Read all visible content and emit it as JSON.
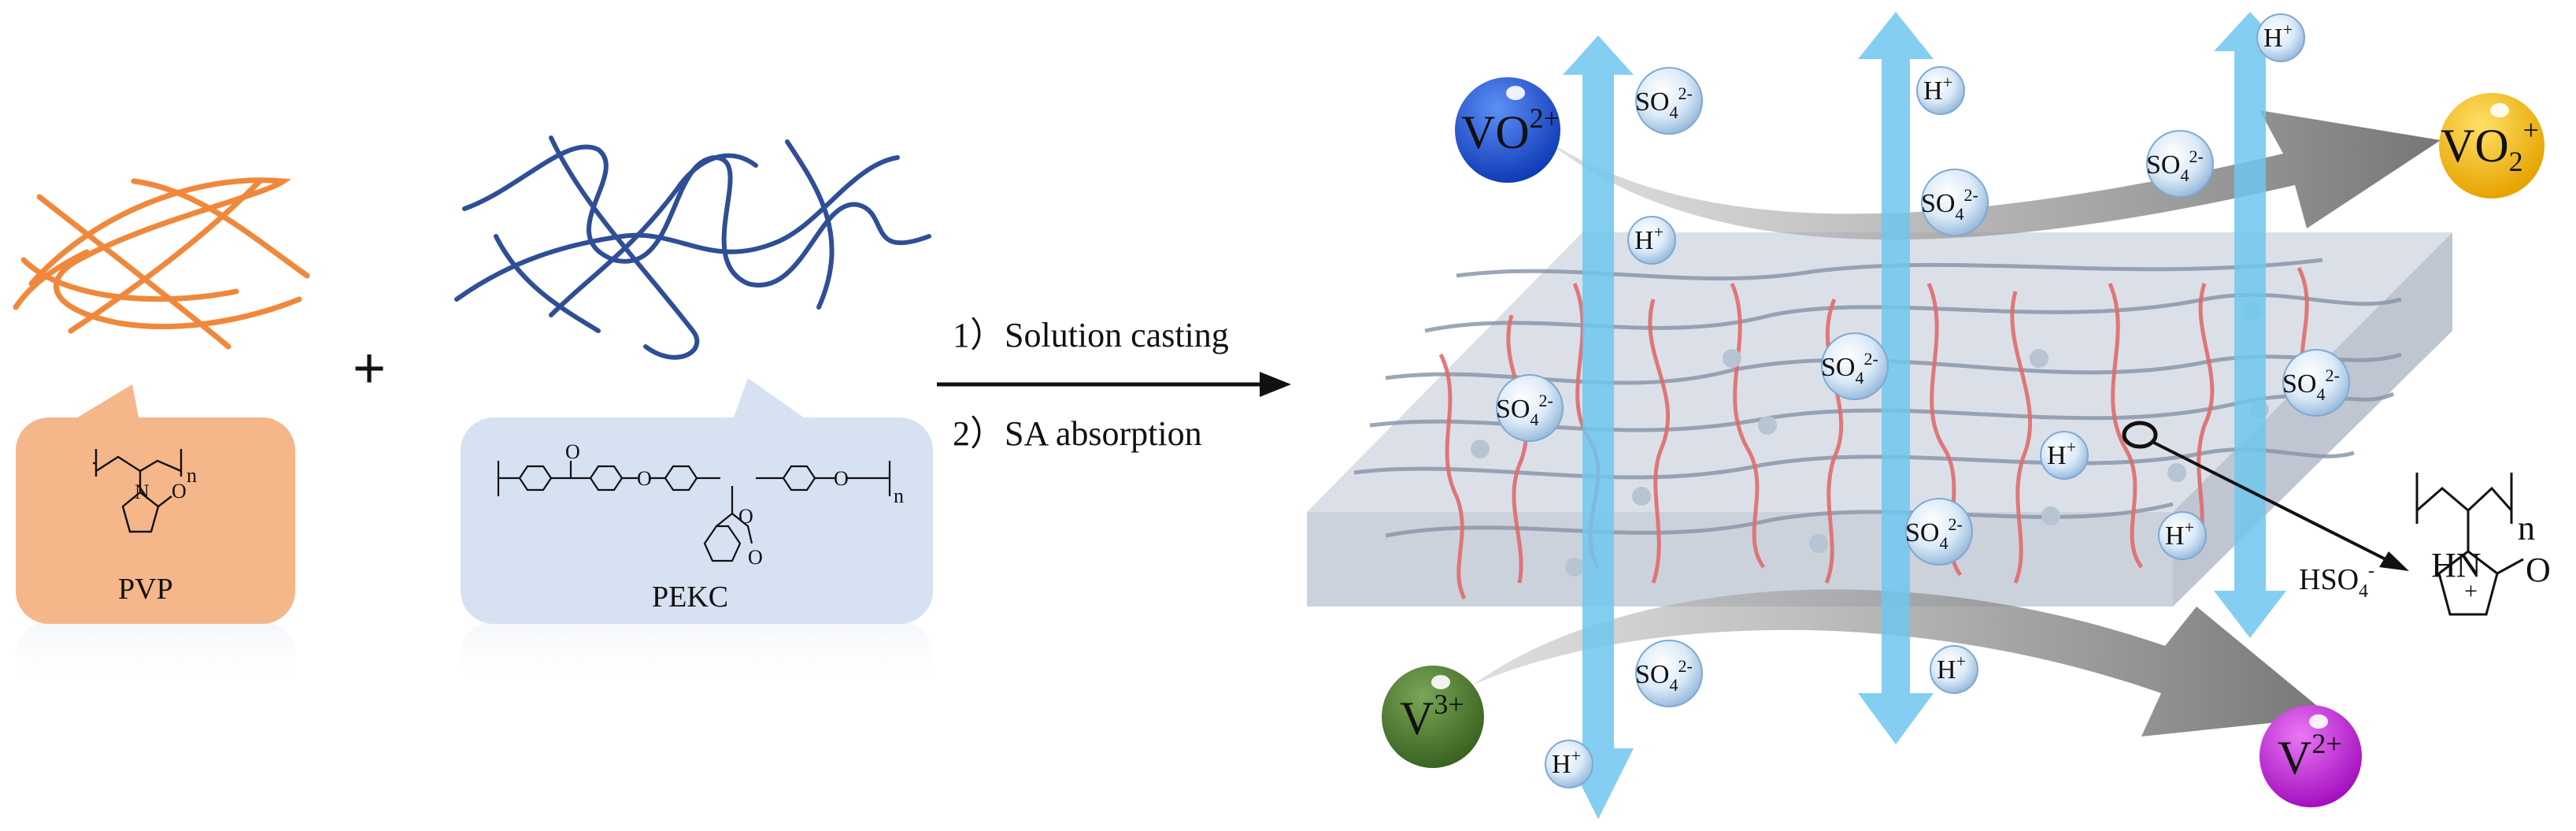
{
  "labels": {
    "pvp": "PVP",
    "pekc": "PEKC",
    "plus": "+",
    "step1": "1）Solution casting",
    "step2": "2）SA absorption"
  },
  "chem_text": {
    "subscript_n": "n",
    "atom_N": "N",
    "atom_O": "O",
    "atom_HN": "HN",
    "plus_charge": "+"
  },
  "ions": {
    "vo2p": {
      "base": "VO",
      "sup": "2+",
      "color": "#1a4fd6"
    },
    "vo2plus": {
      "base": "VO",
      "sub": "2",
      "sup": "+",
      "color": "#f2b400"
    },
    "v3p": {
      "base": "V",
      "sup": "3+",
      "color": "#4a7a2c"
    },
    "v2p": {
      "base": "V",
      "sup": "2+",
      "color": "#c21fd8"
    },
    "hso4": {
      "base": "HSO",
      "sub": "4",
      "sup": "-"
    },
    "so4": {
      "base": "SO",
      "sub": "4",
      "sup": "2-"
    },
    "h": {
      "base": "H",
      "sup": "+"
    }
  },
  "colors": {
    "pvp_fiber": "#f0883c",
    "pekc_fiber": "#2e4f96",
    "pvp_box": "#f5b68a",
    "pekc_box": "#d6e1f2",
    "membrane_top": "#d7dde6",
    "membrane_front": "#c6cdd8",
    "red_fiber": "#e06b6b",
    "gray_fiber": "#8a98aa",
    "proton_arrow": "#6ec7ee",
    "flow_arrow": "#8c8c8c"
  }
}
